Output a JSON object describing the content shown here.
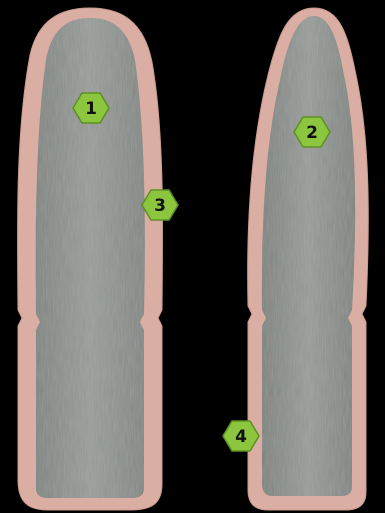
{
  "diagram": {
    "description_free": true,
    "colors": {
      "background": "#000000",
      "jacket": "#dbaea3",
      "jacket_edge": "#c99a8f",
      "core": "#8a8f8c",
      "core_light": "#a7aca9",
      "core_dark": "#6f7471",
      "badge_fill": "#8cc63f",
      "badge_stroke": "#5e8f22",
      "badge_text": "#111111"
    },
    "callouts": [
      {
        "id": "1",
        "label": "1",
        "icon": "hexagon-badge"
      },
      {
        "id": "2",
        "label": "2",
        "icon": "hexagon-badge"
      },
      {
        "id": "3",
        "label": "3",
        "icon": "hexagon-badge"
      },
      {
        "id": "4",
        "label": "4",
        "icon": "hexagon-badge"
      }
    ]
  }
}
